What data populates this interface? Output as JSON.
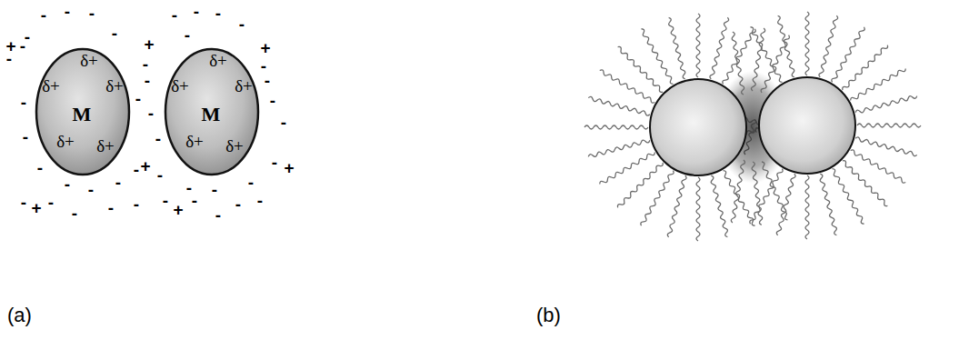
{
  "diagram": {
    "nodes": [
      {
        "text": [
          "δ+",
          "δ+",
          "M",
          "δ+",
          "δ+",
          "δ+"
        ]
      },
      {
        "text": [
          "δ+",
          "δ+",
          "M",
          "δ+",
          "δ+",
          "δ+"
        ]
      }
    ],
    "labels": [
      "-",
      "-",
      "-",
      "-",
      "-",
      "+",
      "-",
      "-",
      "-",
      "-",
      "-",
      "-",
      "-",
      "-",
      "-",
      "+",
      "-",
      "-",
      "-",
      "-",
      "+",
      "-",
      "-",
      "-",
      "-",
      "-",
      "+",
      "-",
      "-",
      "-",
      "-",
      "-",
      "-",
      "-",
      "+",
      "-",
      "-",
      "-",
      "-",
      "-",
      "+",
      "-",
      "+",
      "-",
      "-",
      "-",
      "-",
      "-",
      "-",
      "-",
      "(a)",
      "(b)"
    ]
  }
}
